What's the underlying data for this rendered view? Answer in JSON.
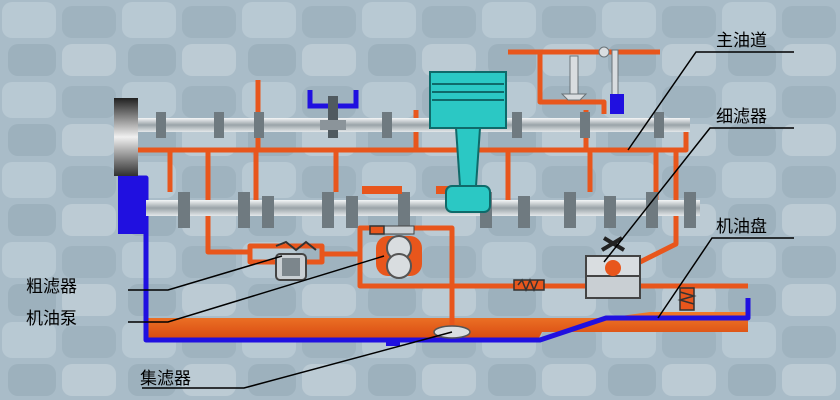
{
  "labels": {
    "main_oil_gallery": "主油道",
    "fine_filter": "细滤器",
    "oil_pan": "机油盘",
    "coarse_filter": "粗滤器",
    "oil_pump": "机油泵",
    "strainer": "集滤器"
  },
  "colors": {
    "background": "#a9bcc8",
    "oil": "#e8561c",
    "oil_dark": "#c23a0a",
    "pan_outline": "#2010e0",
    "piston": "#2bc8c4",
    "shaft": "#bfc7cc",
    "leader": "#000000"
  }
}
